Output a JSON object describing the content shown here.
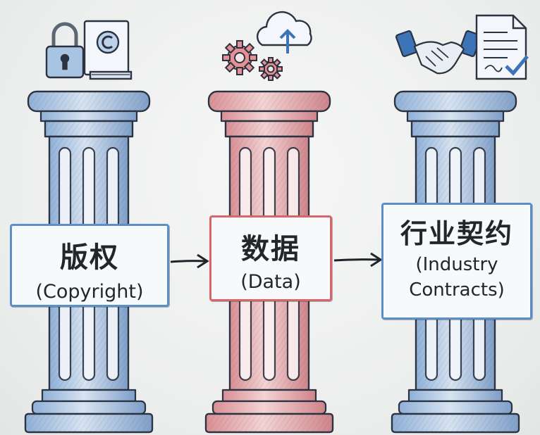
{
  "pillars": [
    {
      "title": "版权",
      "subtitle": "(Copyright)",
      "accent": "#5a8fc7",
      "icon": "padlock-and-copyright-book"
    },
    {
      "title": "数据",
      "subtitle": "(Data)",
      "accent": "#d8656a",
      "icon": "gears-and-cloud-upload"
    },
    {
      "title": "行业契约",
      "subtitle_lines": [
        "(Industry",
        "Contracts)"
      ],
      "accent": "#5a8fc7",
      "icon": "handshake-and-signed-document"
    }
  ],
  "flow": [
    "版权",
    "数据",
    "行业契约"
  ],
  "colors": {
    "blue_pillar": "#9fb9d9",
    "red_pillar": "#e0a3a6",
    "outline": "#2b3340",
    "background": "#eef0ef"
  }
}
